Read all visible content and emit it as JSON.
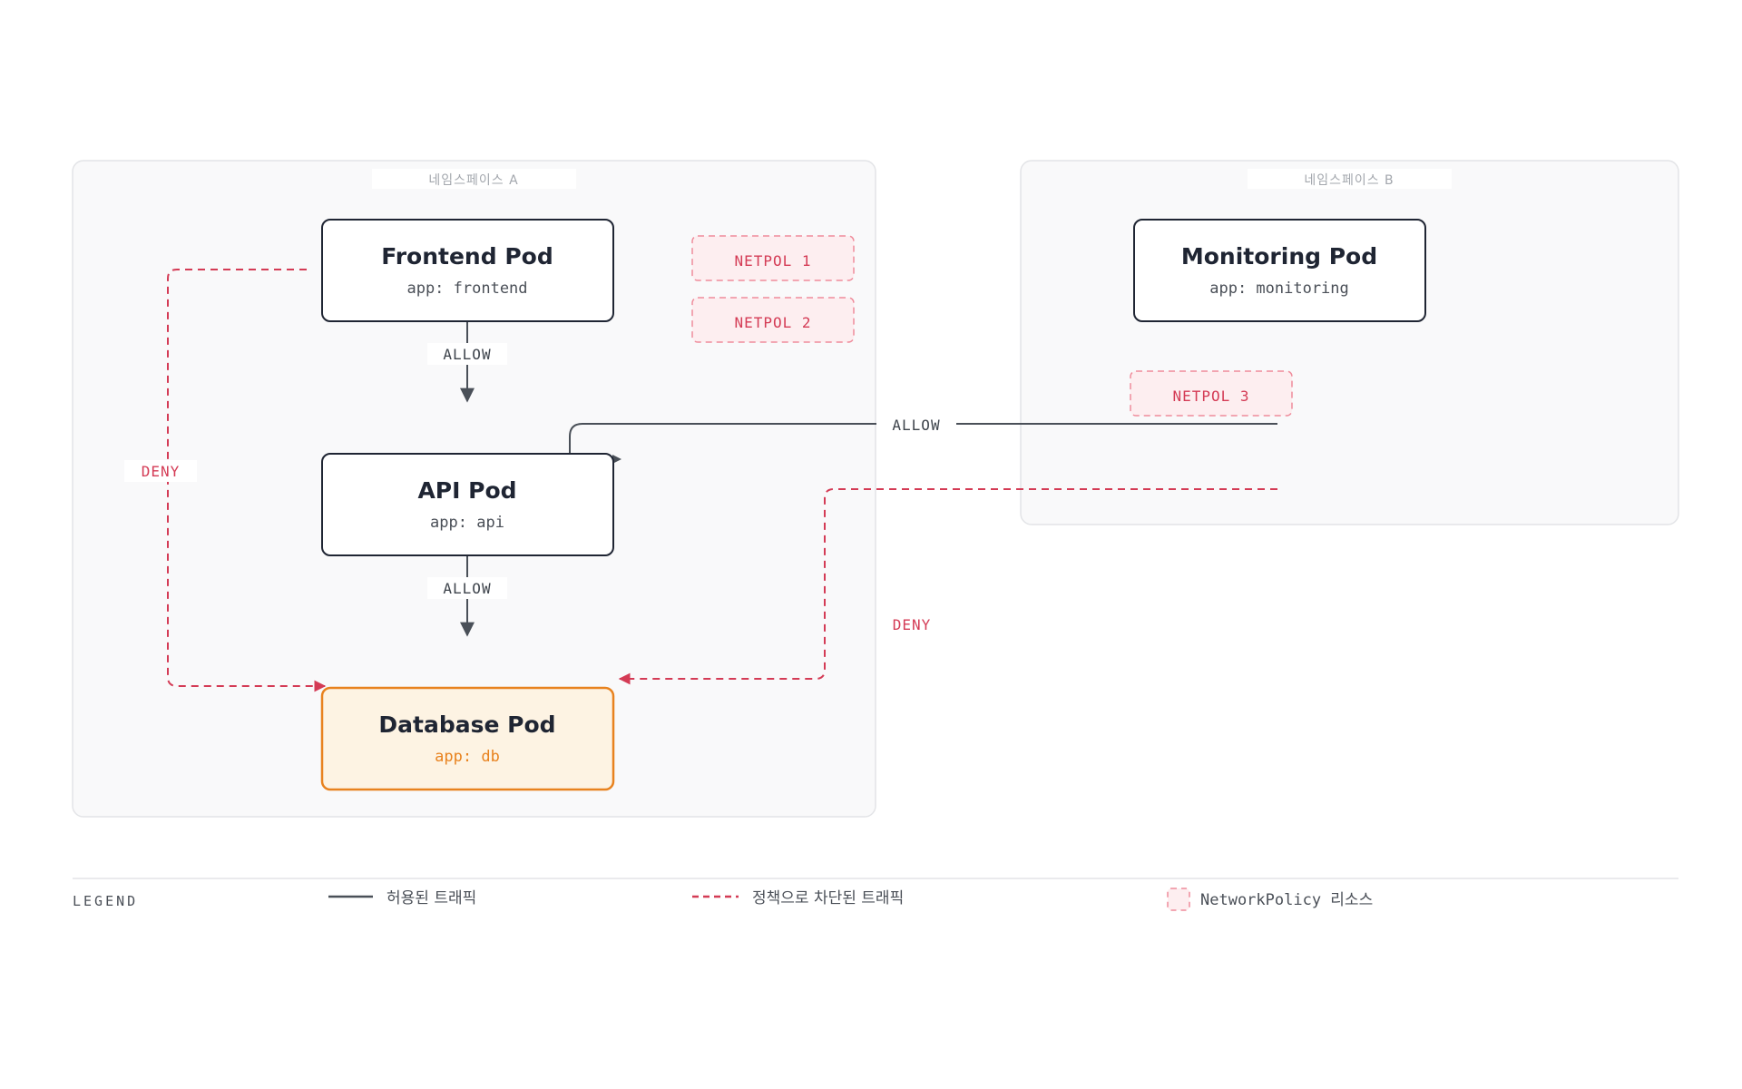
{
  "namespaces": {
    "a": {
      "label": "네임스페이스 A"
    },
    "b": {
      "label": "네임스페이스 B"
    }
  },
  "pods": {
    "frontend": {
      "title": "Frontend Pod",
      "label": "app: frontend"
    },
    "api": {
      "title": "API Pod",
      "label": "app: api"
    },
    "database": {
      "title": "Database Pod",
      "label": "app: db"
    },
    "monitoring": {
      "title": "Monitoring Pod",
      "label": "app: monitoring"
    }
  },
  "netpols": {
    "n1": "NETPOL 1",
    "n2": "NETPOL 2",
    "n3": "NETPOL 3"
  },
  "edges": {
    "frontend_to_api": "ALLOW",
    "api_to_db": "ALLOW",
    "monitoring_to_api": "ALLOW",
    "frontend_to_db": "DENY",
    "monitoring_to_db": "DENY"
  },
  "legend": {
    "title": "LEGEND",
    "allowed": "허용된 트래픽",
    "blocked": "정책으로 차단된 트래픽",
    "netpol": "NetworkPolicy 리소스"
  },
  "colors": {
    "allow": "#4a5058",
    "deny": "#d43b55",
    "db_accent": "#e8821e",
    "db_fill": "#fdf3e3",
    "namespace_fill": "#f9f9fa",
    "netpol_fill": "#fdeef0"
  }
}
